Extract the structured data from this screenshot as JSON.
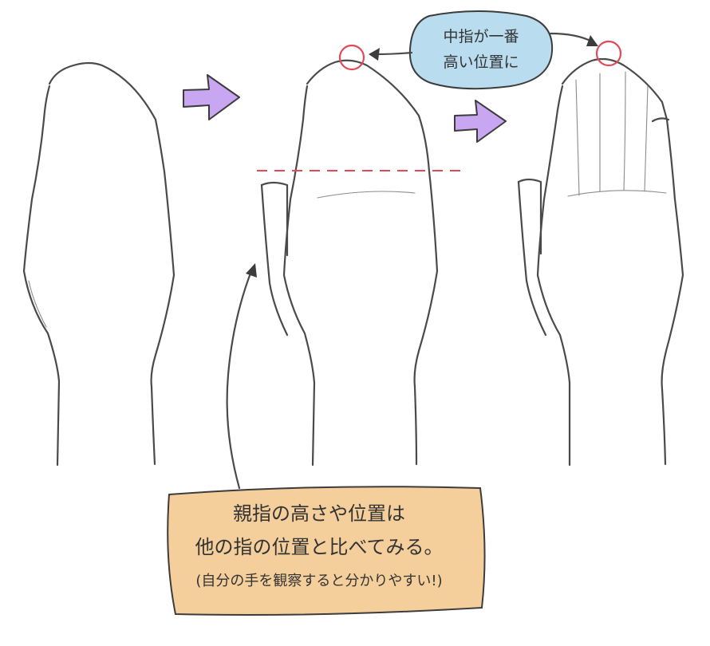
{
  "colors": {
    "line": "#4a4a4a",
    "arrow_fill": "#c9a6f2",
    "arrow_stroke": "#3c3c3c",
    "marker_circle": "#e04a5a",
    "guide_dash": "#e04a5a",
    "bubble_fill": "#b9dcef",
    "note_fill": "#f4cf9b",
    "text": "#333333"
  },
  "callout_bubble": {
    "line1": "中指が一番",
    "line2": "高い位置に"
  },
  "note_box": {
    "line1": "親指の高さや位置は",
    "line2": "他の指の位置と比べてみる。",
    "line3": "(自分の手を観察すると分かりやすい!)"
  },
  "icons": {
    "step_arrow": "right-arrow-icon",
    "pointer": "arrowhead-icon"
  }
}
